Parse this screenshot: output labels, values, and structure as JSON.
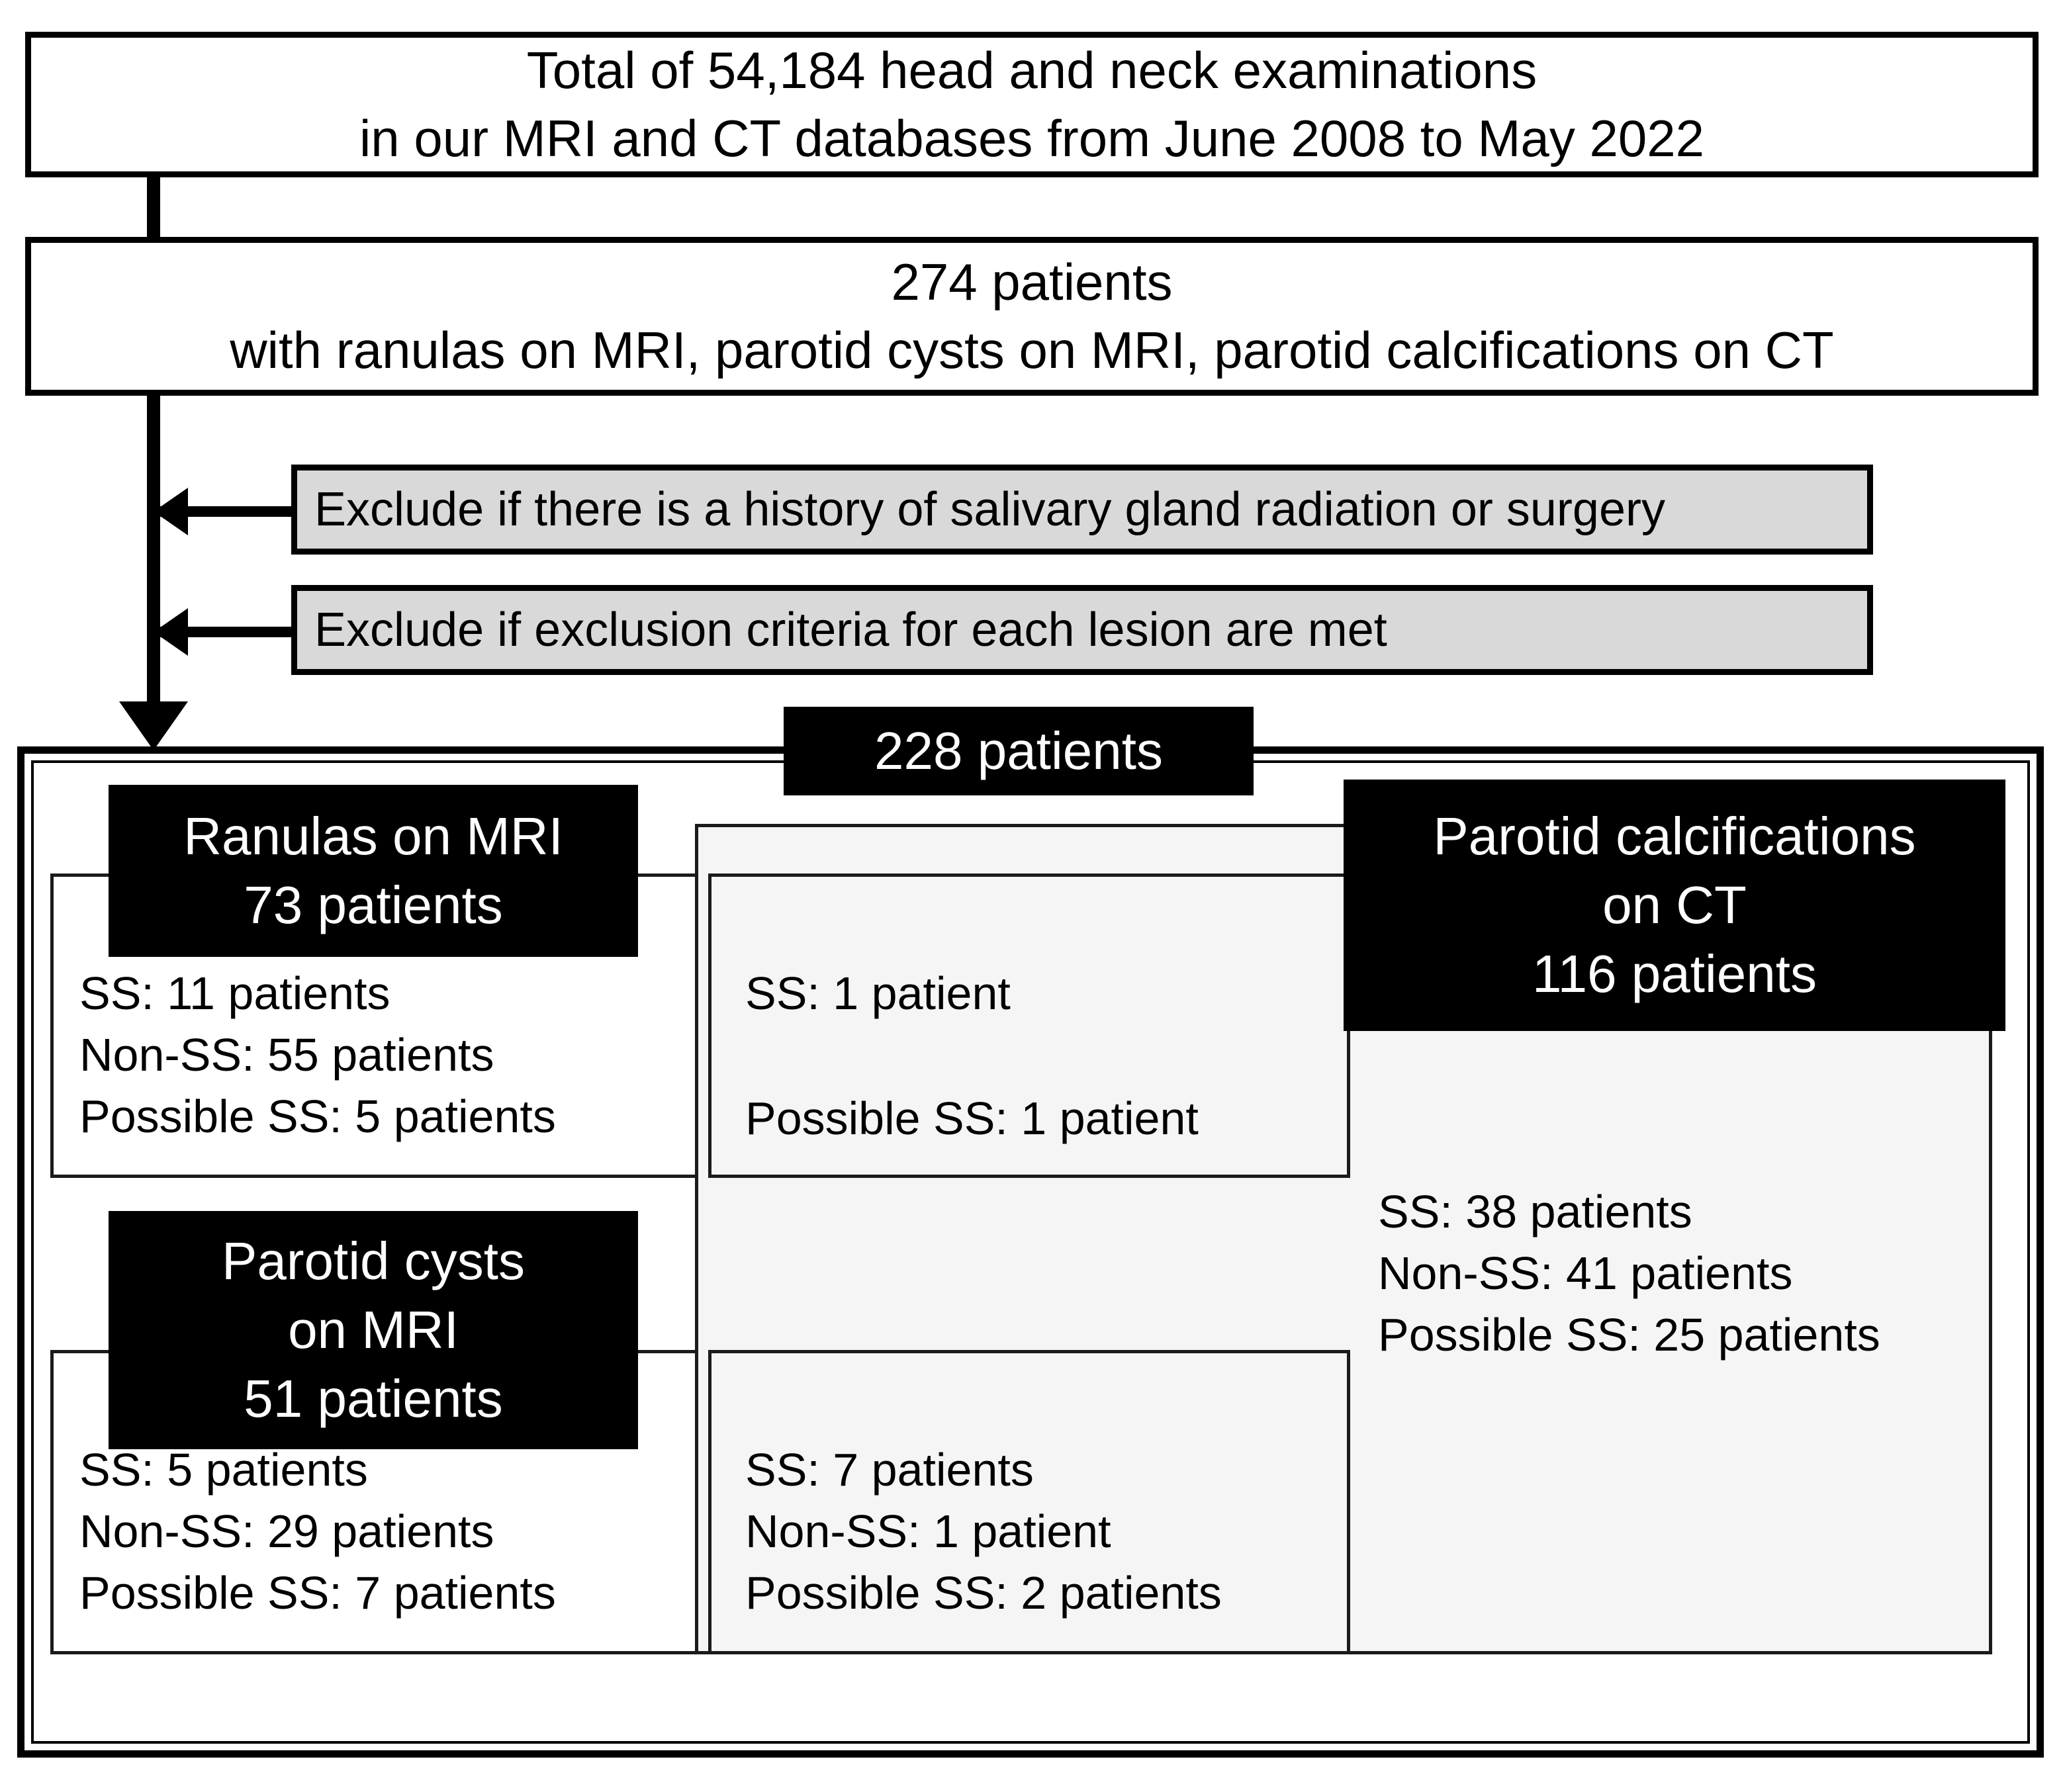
{
  "figure": {
    "type": "flowchart",
    "title": "Patient selection flow diagram"
  },
  "top_box": {
    "line1": "Total of 54,184 head and neck examinations",
    "line2": "in our MRI and CT databases from June 2008 to May 2022"
  },
  "second_box": {
    "line1": "274 patients",
    "line2": "with ranulas on MRI, parotid cysts on MRI, parotid calcifications on CT"
  },
  "exclusions": [
    {
      "label": "Exclude if there is a history of salivary gland radiation or surgery"
    },
    {
      "label": "Exclude if exclusion criteria for each lesion are met"
    }
  ],
  "cohort": {
    "label": "228 patients"
  },
  "groups": {
    "ranulas": {
      "title_line1": "Ranulas on MRI",
      "title_line2": "73 patients",
      "rows": [
        "SS: 11 patients",
        "Non-SS: 55 patients",
        "Possible SS: 5 patients"
      ]
    },
    "parotid_cysts": {
      "title_line1": "Parotid cysts",
      "title_line2": "on MRI",
      "title_line3": "51 patients",
      "rows": [
        "SS: 5 patients",
        "Non-SS: 29 patients",
        "Possible SS: 7 patients"
      ]
    },
    "parotid_calcifications": {
      "title_line1": "Parotid calcifications",
      "title_line2": "on CT",
      "title_line3": "116 patients",
      "rows": [
        "SS: 38 patients",
        "Non-SS: 41 patients",
        "Possible SS: 25 patients"
      ]
    },
    "overlap_top": {
      "row1": "SS: 1 patient",
      "row2": "Possible SS: 1 patient"
    },
    "overlap_bottom": {
      "rows": [
        "SS: 7 patients",
        "Non-SS: 1 patient",
        "Possible SS: 2 patients"
      ]
    }
  },
  "colors": {
    "ink": "#000000",
    "plate_bg": "#000000",
    "plate_fg": "#ffffff",
    "exclusion_bg": "#d9d9d9",
    "shaded_bg": "#f5f5f5",
    "page_bg": "#ffffff"
  }
}
